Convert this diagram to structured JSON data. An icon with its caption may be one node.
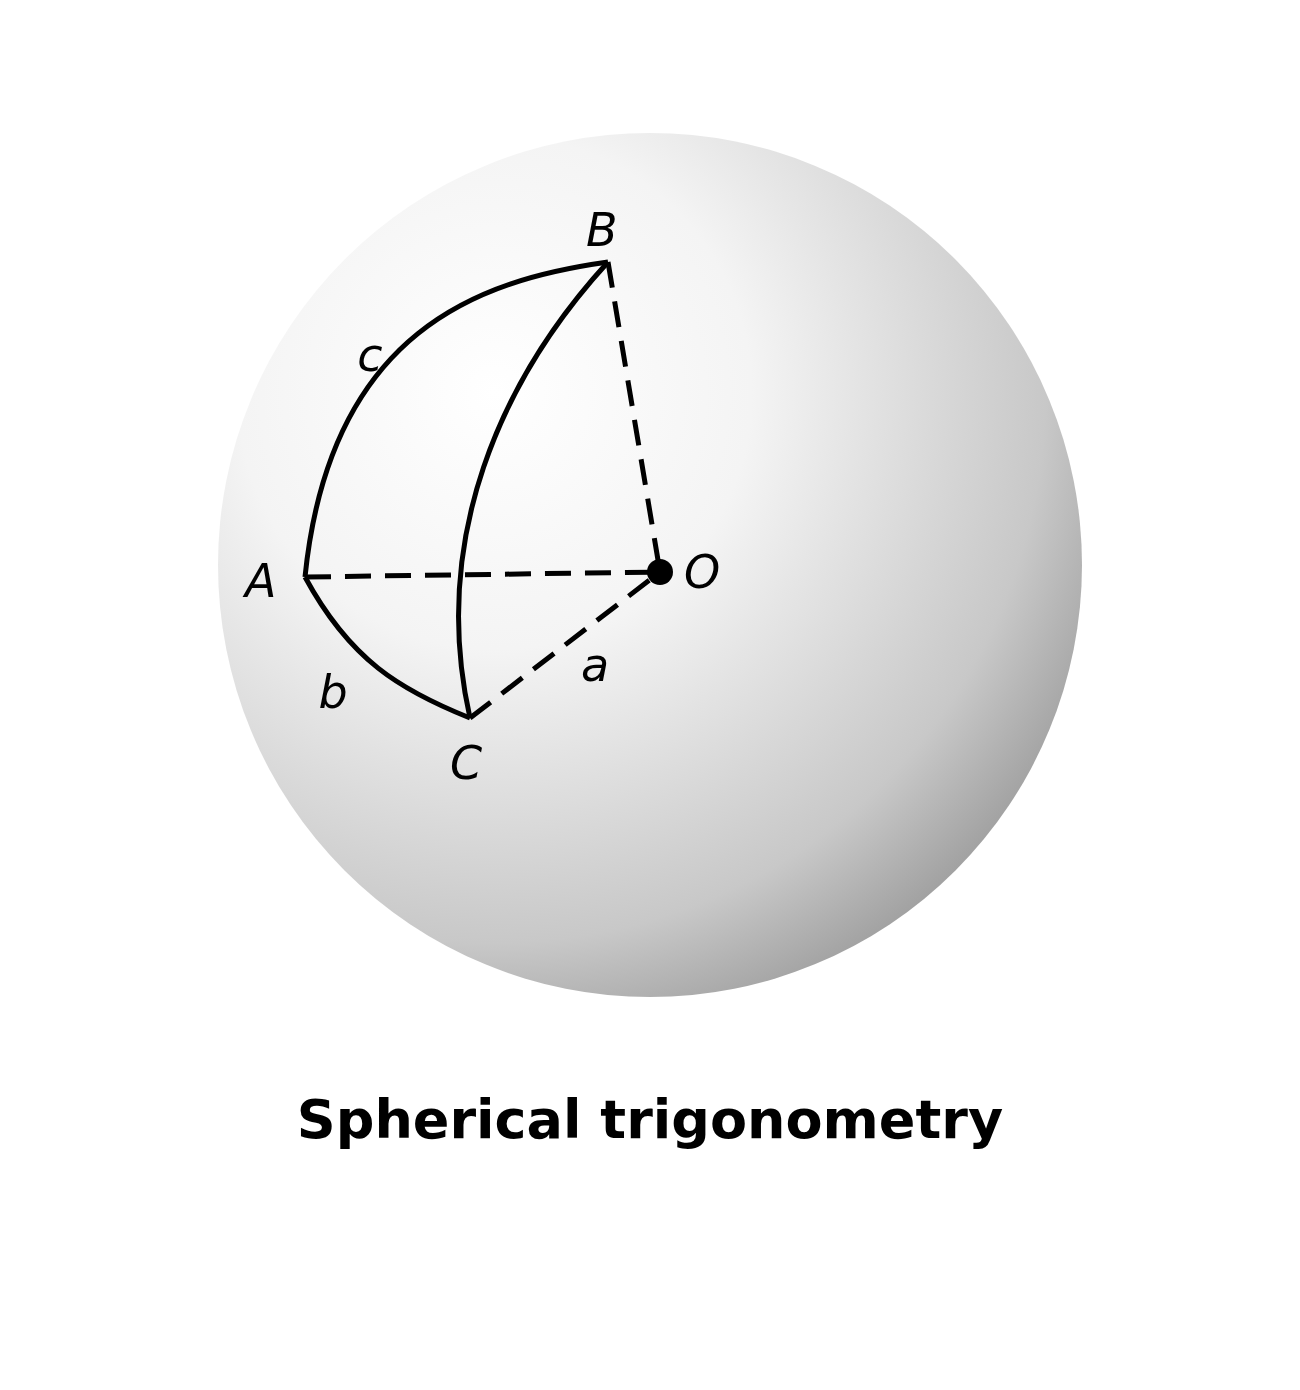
{
  "diagram": {
    "title": "Spherical trigonometry",
    "nodes": [
      {
        "text": [
          "B"
        ]
      },
      {
        "text": [
          "A"
        ]
      },
      {
        "text": [
          "O"
        ]
      },
      {
        "text": [
          "C"
        ]
      }
    ],
    "edges": [
      {
        "from": 1,
        "to": 0,
        "arrow": "none",
        "label": "c"
      },
      {
        "from": 0,
        "to": 3,
        "arrow": "none"
      },
      {
        "from": 1,
        "to": 3,
        "arrow": "none",
        "label": "b"
      },
      {
        "from": 0,
        "to": 2,
        "arrow": "none",
        "style": "dashed"
      },
      {
        "from": 1,
        "to": 2,
        "arrow": "none",
        "style": "dashed"
      },
      {
        "from": 3,
        "to": 2,
        "arrow": "none",
        "style": "dashed",
        "label": "a"
      }
    ]
  }
}
